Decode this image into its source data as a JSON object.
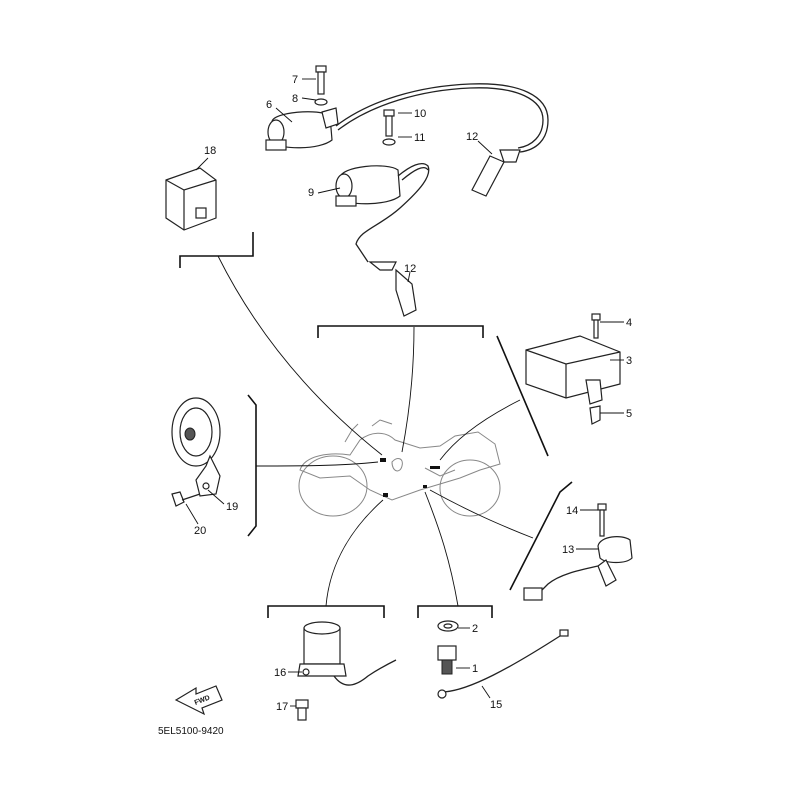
{
  "diagram": {
    "figure_code": "5EL5100-9420",
    "fwd_label": "FWD"
  },
  "callouts": {
    "c1": "1",
    "c2": "2",
    "c3": "3",
    "c4": "4",
    "c5": "5",
    "c6": "6",
    "c7": "7",
    "c8": "8",
    "c9": "9",
    "c10": "10",
    "c11": "11",
    "c12a": "12",
    "c12b": "12",
    "c13": "13",
    "c14": "14",
    "c15": "15",
    "c16": "16",
    "c17": "17",
    "c18": "18",
    "c19": "19",
    "c20": "20"
  }
}
